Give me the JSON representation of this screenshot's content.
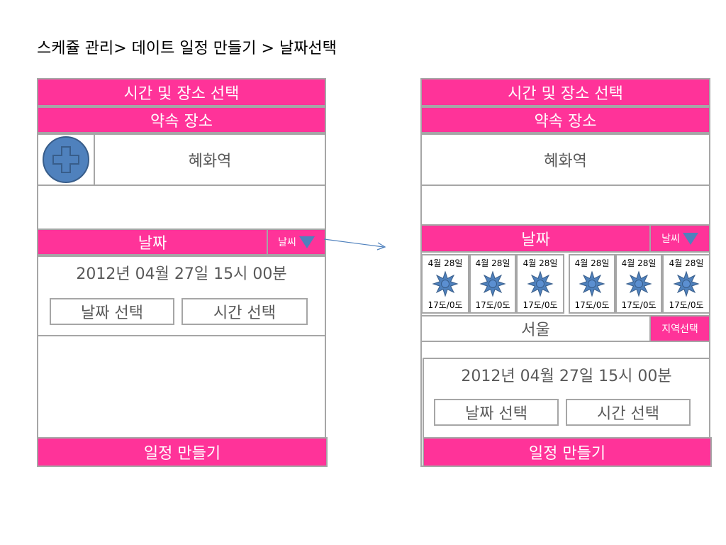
{
  "title": "스케쥴 관리> 데이트 일정 만들기 > 날짜선택",
  "colors": {
    "accent": "#ff3399",
    "border": "#a6a6a6",
    "icon": "#4f81bd"
  },
  "left": {
    "header": "시간 및 장소 선택",
    "place_header": "약속 장소",
    "place_value": "혜화역",
    "date_header": "날짜",
    "weather_label": "날씨",
    "datetime": "2012년 04월 27일 15시 00분",
    "date_button": "날짜 선택",
    "time_button": "시간 선택",
    "footer": "일정 만들기"
  },
  "right": {
    "header": "시간 및 장소 선택",
    "place_header": "약속 장소",
    "place_value": "혜화역",
    "date_header": "날짜",
    "weather_label": "날씨",
    "forecast": [
      {
        "date": "4월 28일",
        "temp": "17도/0도",
        "icon": "sun-icon"
      },
      {
        "date": "4월 28일",
        "temp": "17도/0도",
        "icon": "sun-icon"
      },
      {
        "date": "4월 28일",
        "temp": "17도/0도",
        "icon": "sun-icon"
      },
      {
        "date": "4월 28일",
        "temp": "17도/0도",
        "icon": "sun-icon"
      },
      {
        "date": "4월 28일",
        "temp": "17도/0도",
        "icon": "sun-icon"
      },
      {
        "date": "4월 28일",
        "temp": "17도/0도",
        "icon": "sun-icon"
      }
    ],
    "region_value": "서울",
    "region_button": "지역선택",
    "datetime": "2012년 04월 27일 15시 00분",
    "date_button": "날짜 선택",
    "time_button": "시간 선택",
    "footer": "일정 만들기"
  }
}
